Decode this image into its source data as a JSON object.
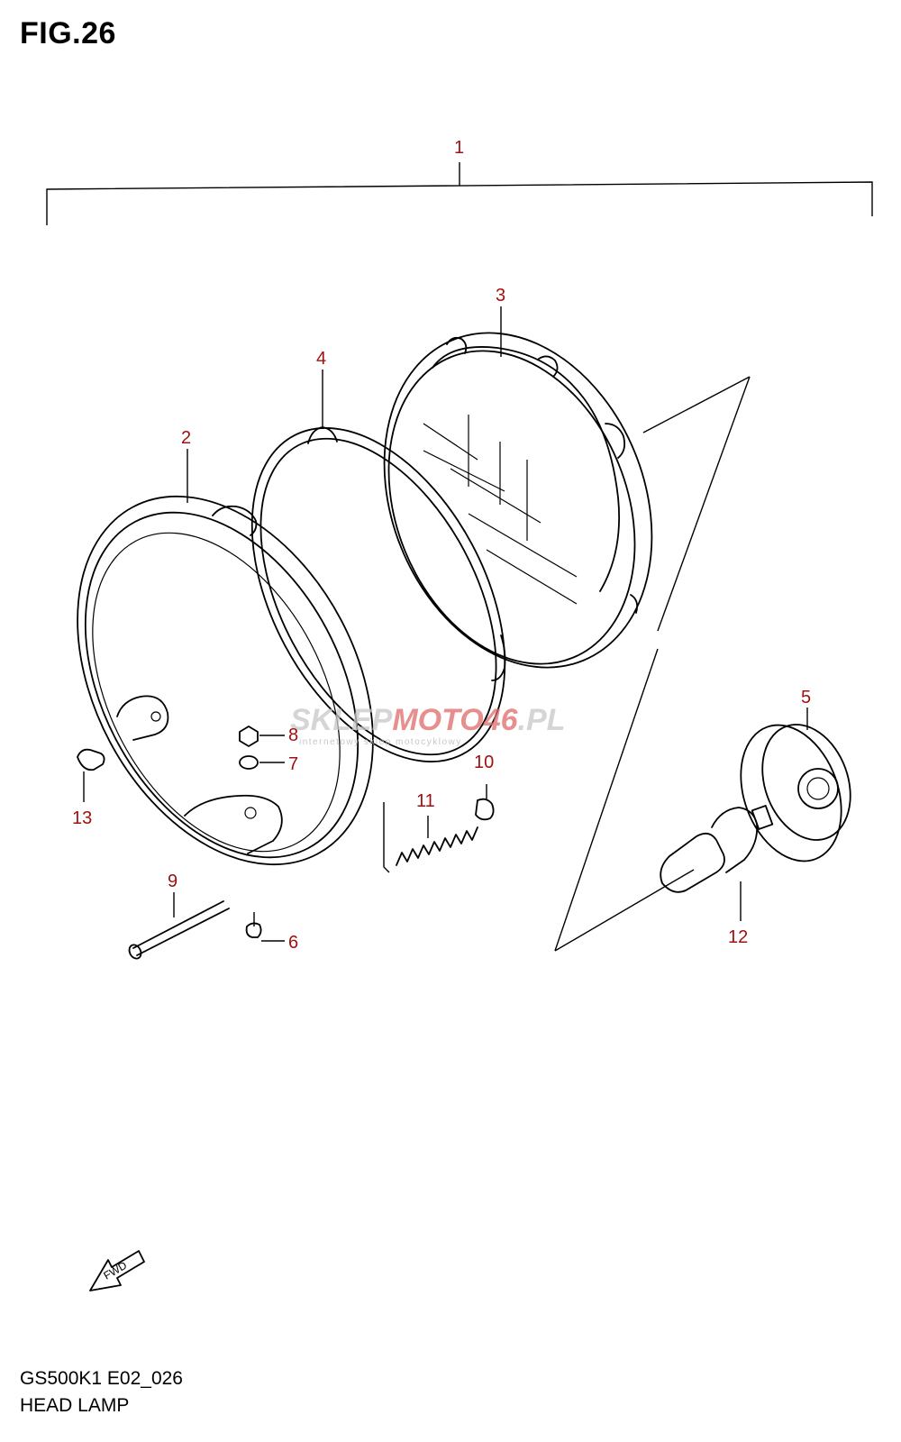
{
  "figure": {
    "title": "FIG.26",
    "model_code": "GS500K1 E02_026",
    "assembly_name": "HEAD LAMP",
    "direction_label": "FWD"
  },
  "watermark": {
    "brand_gray": "SKLEP",
    "brand_red": "MOTO46",
    "brand_suffix": ".PL",
    "subtitle": "internetowy sklep motocyklowy"
  },
  "callouts": [
    {
      "id": "callout-1",
      "label": "1"
    },
    {
      "id": "callout-2",
      "label": "2"
    },
    {
      "id": "callout-3",
      "label": "3"
    },
    {
      "id": "callout-4",
      "label": "4"
    },
    {
      "id": "callout-5",
      "label": "5"
    },
    {
      "id": "callout-6",
      "label": "6"
    },
    {
      "id": "callout-7",
      "label": "7"
    },
    {
      "id": "callout-8",
      "label": "8"
    },
    {
      "id": "callout-9",
      "label": "9"
    },
    {
      "id": "callout-10",
      "label": "10"
    },
    {
      "id": "callout-11",
      "label": "11"
    },
    {
      "id": "callout-12",
      "label": "12"
    },
    {
      "id": "callout-13",
      "label": "13"
    }
  ],
  "colors": {
    "callout_text": "#a01010",
    "line_art": "#000000",
    "watermark_gray": "#c8c8c8",
    "watermark_red": "#e06a6a"
  }
}
